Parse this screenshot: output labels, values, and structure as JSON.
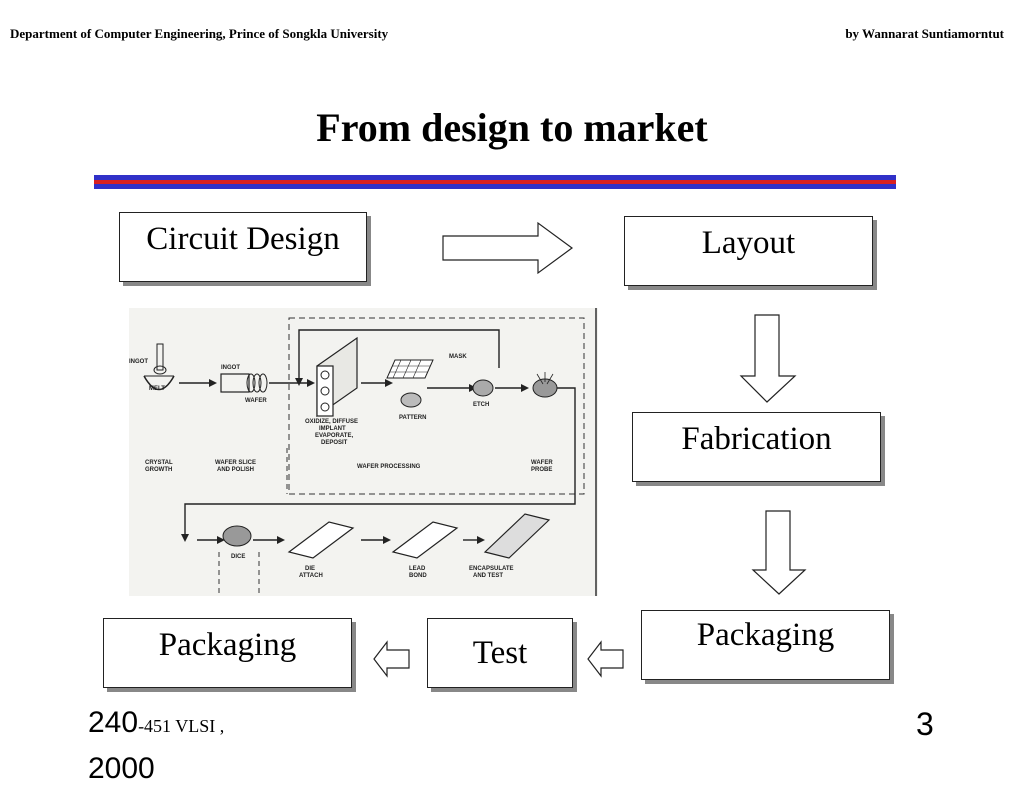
{
  "header": {
    "left": "Department of Computer Engineering, Prince of Songkla University",
    "right": "by Wannarat Suntiamorntut"
  },
  "title": "From design to market",
  "colors": {
    "rule_blue": "#3030c8",
    "rule_red": "#d82020",
    "box_shadow": "#888888"
  },
  "flow": {
    "circuit_design": "Circuit Design",
    "layout": "Layout",
    "fabrication": "Fabrication",
    "packaging_right": "Packaging",
    "test": "Test",
    "packaging_left": "Packaging"
  },
  "process_figure": {
    "labels": {
      "ingot_left": "INGOT",
      "melt": "MELT",
      "ingot": "INGOT",
      "wafer": "WAFER",
      "mask": "MASK",
      "oxidize": "OXIDIZE, DIFFUSE",
      "implant": "IMPLANT",
      "evaporate": "EVAPORATE,",
      "deposit": "DEPOSIT",
      "pattern": "PATTERN",
      "etch": "ETCH",
      "crystal": "CRYSTAL",
      "growth": "GROWTH",
      "wafer_slice": "WAFER SLICE",
      "and_polish": "AND POLISH",
      "wafer_processing": "WAFER PROCESSING",
      "wafer_probe_1": "WAFER",
      "wafer_probe_2": "PROBE",
      "dice": "DICE",
      "die": "DIE",
      "attach": "ATTACH",
      "lead": "LEAD",
      "bond": "BOND",
      "encapsulate": "ENCAPSULATE",
      "and_test": "AND TEST"
    }
  },
  "footer": {
    "course_number": "240",
    "course_rest": "-451 VLSI ,",
    "year": "2000",
    "page": "3"
  }
}
